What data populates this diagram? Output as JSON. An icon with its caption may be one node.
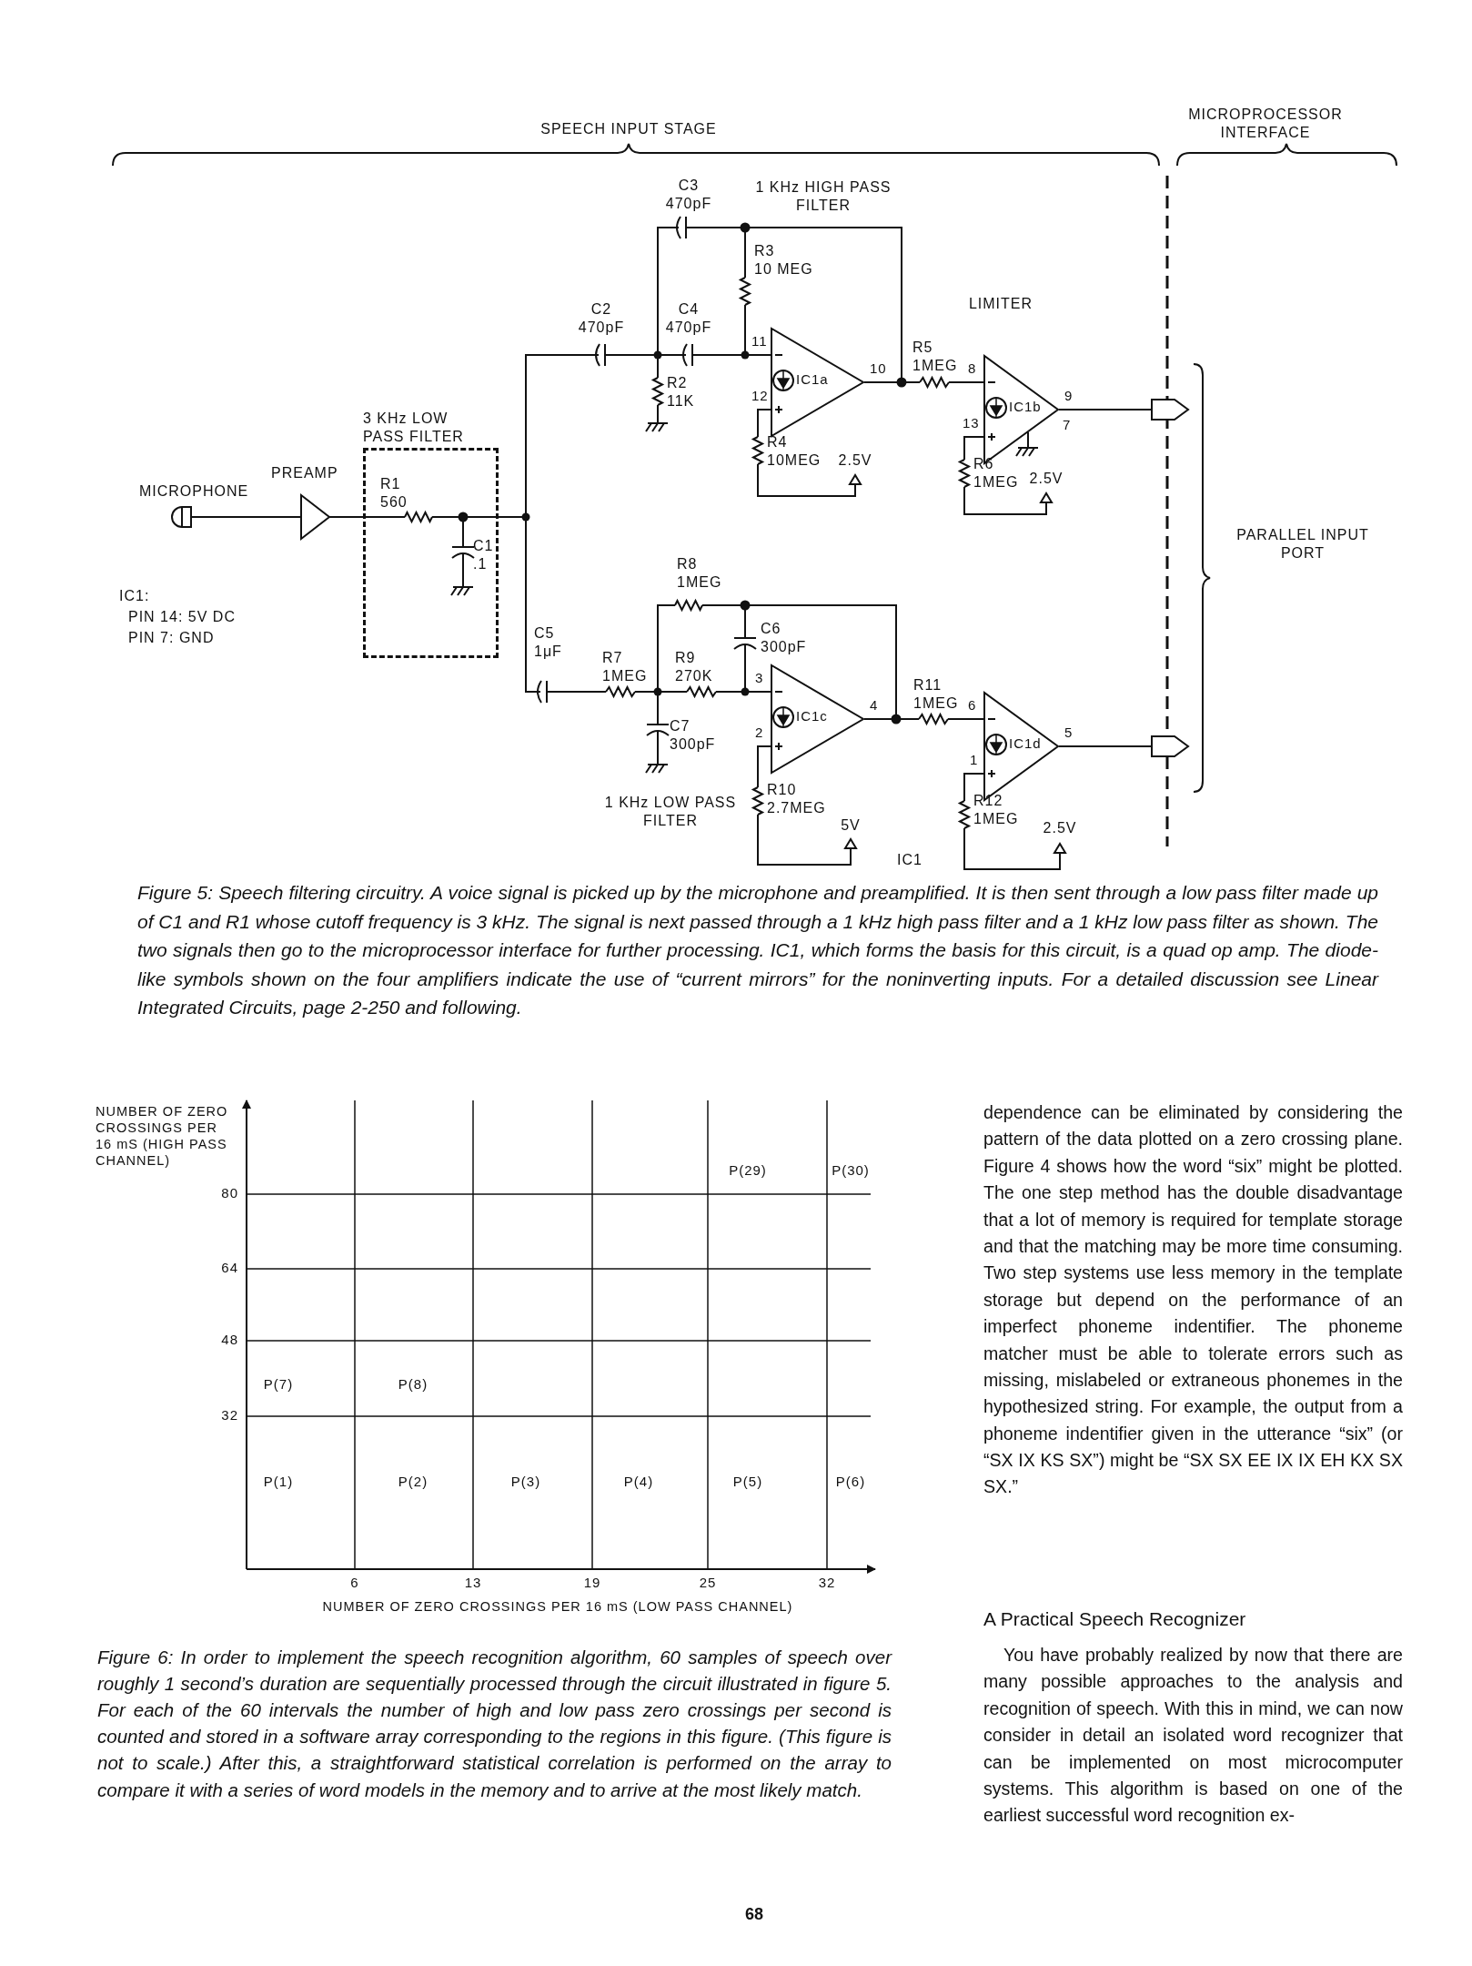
{
  "diagram": {
    "caption": "Figure 5: Speech filtering circuitry. A voice signal is picked up by the microphone and preamplified. It is then sent through a low pass filter made up of C1 and R1 whose cutoff frequency is 3 kHz. The signal is next passed through a 1 kHz high pass filter and a 1 kHz low pass filter as shown. The two signals then go to the microprocessor interface for further processing. IC1, which forms the basis for this circuit, is a quad op amp. The diode-like symbols shown on the four amplifiers indicate the use of “current mirrors” for the noninverting inputs. For a detailed discussion see Linear Integrated Circuits, page 2-250 and following.",
    "nodes": [
      {
        "text": [
          "MICROPHONE"
        ]
      },
      {
        "text": [
          "PREAMP"
        ]
      },
      {
        "text": [
          "3 KHz LOW PASS FILTER"
        ]
      },
      {
        "text": [
          "IC1a"
        ],
        "beside": [
          "11",
          "12",
          "10"
        ]
      },
      {
        "text": [
          "IC1b"
        ],
        "beside": [
          "8",
          "13",
          "9",
          "7"
        ]
      },
      {
        "text": [
          "IC1c"
        ],
        "beside": [
          "3",
          "2",
          "4"
        ]
      },
      {
        "text": [
          "IC1d"
        ],
        "beside": [
          "6",
          "1",
          "5"
        ]
      },
      {
        "text": [],
        "shape": "pentagon"
      },
      {
        "text": [],
        "shape": "pentagon"
      }
    ],
    "edges": [
      {
        "from": 0,
        "to": 1,
        "arrow": "none"
      },
      {
        "from": 1,
        "to": 2,
        "arrow": "none"
      },
      {
        "from": 2,
        "to": 3,
        "arrow": "none"
      },
      {
        "from": 3,
        "to": 4,
        "arrow": "none"
      },
      {
        "from": 4,
        "to": 7,
        "arrow": "none"
      },
      {
        "from": 2,
        "to": 5,
        "arrow": "none"
      },
      {
        "from": 5,
        "to": 6,
        "arrow": "none"
      },
      {
        "from": 6,
        "to": 8,
        "arrow": "none"
      }
    ],
    "labels": [
      "SPEECH INPUT STAGE",
      "MICROPROCESSOR INTERFACE",
      "C3 470pF",
      "1 KHz HIGH PASS FILTER",
      "R3 10 MEG",
      "C2 470pF",
      "C4 470pF",
      "LIMITER",
      "R5 1MEG",
      "R2 11K",
      "R4 10MEG",
      "2.5V",
      "R6 1MEG",
      "2.5V",
      "R1 560",
      "C1 .1",
      "PARALLEL INPUT PORT",
      "IC1:",
      "PIN 14: 5V DC",
      "PIN 7: GND",
      "R8 1MEG",
      "C5 1μF",
      "C6 300pF",
      "R7 1MEG",
      "R9 270K",
      "R11 1MEG",
      "C7 300pF",
      "R10 2.7MEG",
      "1 KHz LOW PASS FILTER",
      "5V",
      "R12 1MEG",
      "2.5V",
      "IC1",
      "NUMBER OF ZERO CROSSINGS PER 16 mS (HIGH PASS CHANNEL)",
      "80",
      "64",
      "48",
      "32",
      "P(29)",
      "P(30)",
      "P(7)",
      "P(8)",
      "P(1)",
      "P(2)",
      "P(3)",
      "P(4)",
      "P(5)",
      "P(6)",
      "6",
      "13",
      "19",
      "25",
      "32",
      "NUMBER OF ZERO CROSSINGS PER 16 mS (LOW PASS CHANNEL)",
      "Figure 6: In order to implement the speech recognition algorithm, 60 samples of speech over roughly 1 second’s duration are sequentially processed through the circuit illustrated in figure 5. For each of the 60 intervals the number of high and low pass zero crossings per second is counted and stored in a software array corresponding to the regions in this figure. (This figure is not to scale.) After this, a straightforward statistical correlation is performed on the array to compare it with a series of word models in the memory and to arrive at the most likely match.",
      "dependence can be eliminated by considering the pattern of the data plotted on a zero crossing plane. Figure 4 shows how the word “six” might be plotted. The one step method has the double disadvantage that a lot of memory is required for template storage and that the matching may be more time consuming. Two step systems use less memory in the template storage but depend on the performance of an imperfect phoneme indentifier. The phoneme matcher must be able to tolerate errors such as missing, mislabeled or extraneous phonemes in the hypothesized string. For example, the output from a phoneme indentifier given in the utterance “six” (or “SX IX KS SX”) might be “SX SX EE IX IX EH KX SX SX.”",
      "A Practical Speech Recognizer",
      "You have probably realized by now that there are many possible approaches to the analysis and recognition of speech. With this in mind, we can now consider in detail an isolated word recognizer that can be implemented on most microcomputer systems. This algorithm is based on one of the earliest successful word recognition ex-",
      "68"
    ]
  }
}
